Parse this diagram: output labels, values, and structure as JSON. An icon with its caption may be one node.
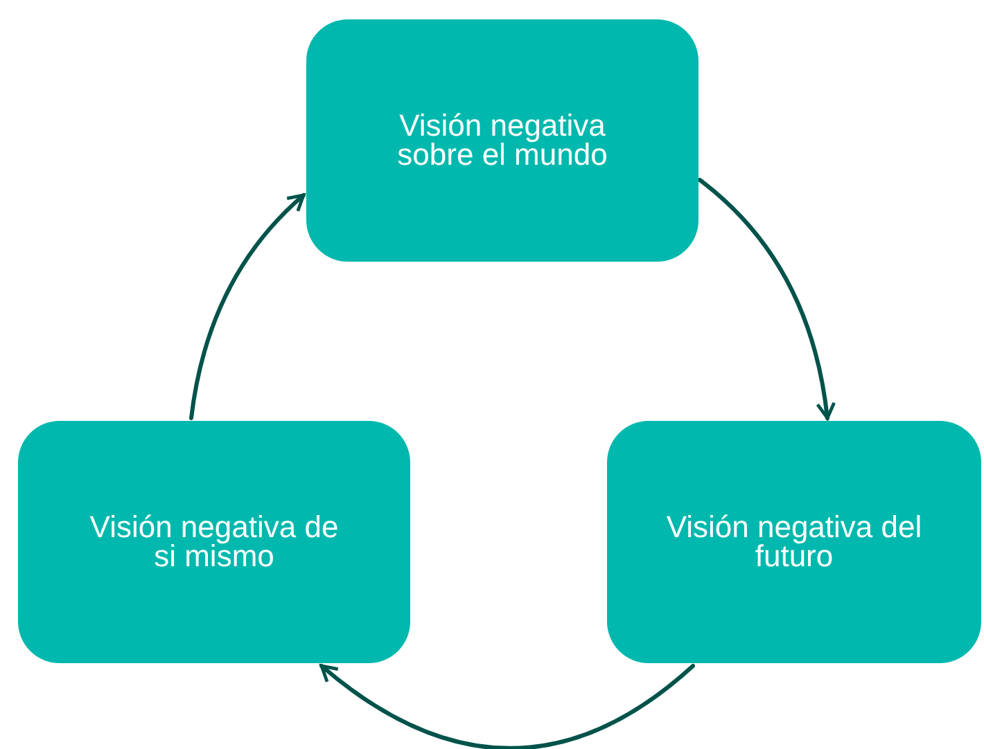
{
  "diagram": {
    "nodes": [
      {
        "text": [
          "Visión negativa sobre el mundo"
        ]
      },
      {
        "text": [
          "Visión negativa de si mismo"
        ]
      },
      {
        "text": [
          "Visión negativa del futuro"
        ]
      }
    ],
    "edges": [
      {
        "from": 0,
        "to": 2,
        "arrow": "to"
      },
      {
        "from": 2,
        "to": 1,
        "arrow": "to"
      },
      {
        "from": 1,
        "to": 0,
        "arrow": "to"
      }
    ]
  }
}
